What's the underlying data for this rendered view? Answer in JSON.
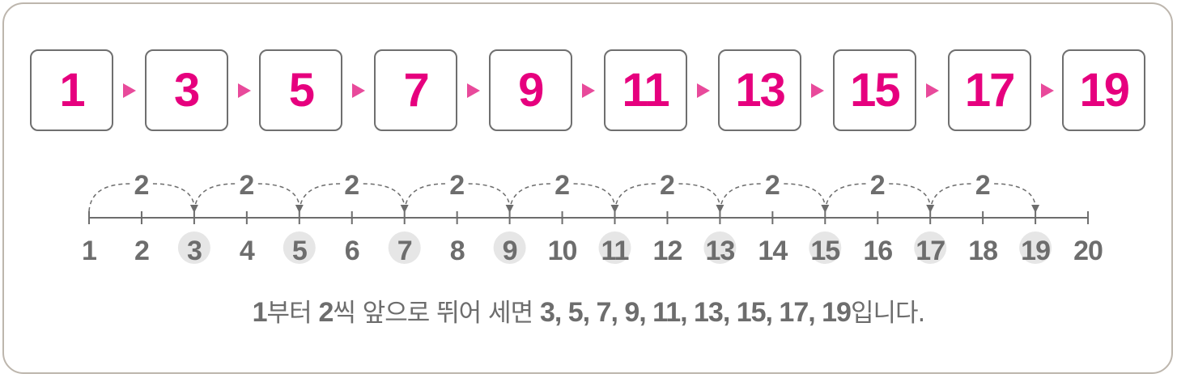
{
  "colors": {
    "accent": "#e6007e",
    "arrow": "#e84a9b",
    "text": "#6d6d6d",
    "highlight": "#e6e6e6",
    "border": "#bdb6ad"
  },
  "sequence": [
    "1",
    "3",
    "5",
    "7",
    "9",
    "11",
    "13",
    "15",
    "17",
    "19"
  ],
  "numberline": {
    "start": 1,
    "end": 20,
    "ticks": [
      "1",
      "2",
      "3",
      "4",
      "5",
      "6",
      "7",
      "8",
      "9",
      "10",
      "11",
      "12",
      "13",
      "14",
      "15",
      "16",
      "17",
      "18",
      "19",
      "20"
    ],
    "highlighted": [
      3,
      5,
      7,
      9,
      11,
      13,
      15,
      17,
      19
    ],
    "jumps": [
      {
        "from": 1,
        "to": 3,
        "label": "2"
      },
      {
        "from": 3,
        "to": 5,
        "label": "2"
      },
      {
        "from": 5,
        "to": 7,
        "label": "2"
      },
      {
        "from": 7,
        "to": 9,
        "label": "2"
      },
      {
        "from": 9,
        "to": 11,
        "label": "2"
      },
      {
        "from": 11,
        "to": 13,
        "label": "2"
      },
      {
        "from": 13,
        "to": 15,
        "label": "2"
      },
      {
        "from": 15,
        "to": 17,
        "label": "2"
      },
      {
        "from": 17,
        "to": 19,
        "label": "2"
      }
    ]
  },
  "sentence": {
    "n1": "1",
    "t1": "부터 ",
    "n2": "2",
    "t2": "씩 앞으로 뛰어 세면 ",
    "n3": "3, 5, 7, 9, 11, 13, 15, 17, 19",
    "t3": "입니다."
  }
}
